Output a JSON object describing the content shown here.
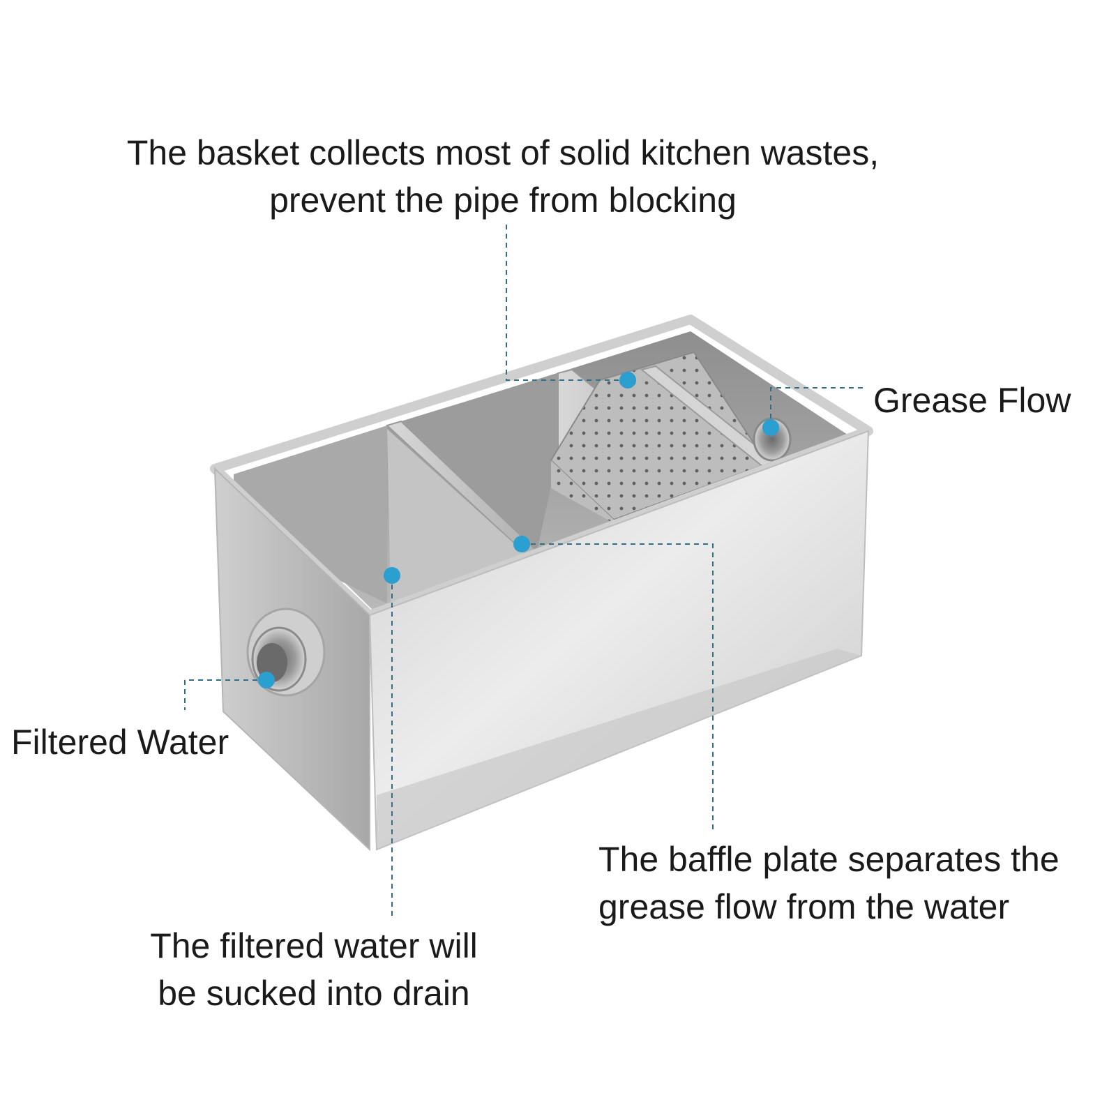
{
  "labels": {
    "basket": {
      "line1": "The basket collects most of solid kitchen wastes,",
      "line2": "prevent the pipe from blocking"
    },
    "grease_flow": "Grease Flow",
    "filtered_water": "Filtered Water",
    "drain": {
      "line1": "The filtered water will",
      "line2": "be sucked into drain"
    },
    "baffle": {
      "line1": "The baffle plate separates the",
      "line2": "grease flow from the water"
    }
  },
  "colors": {
    "accent": "#2a9fd0",
    "leader": "#2e6f8a",
    "text": "#1a1a1a",
    "steel_light": "#e9e9e9",
    "steel_mid": "#c7c7c7",
    "steel_dark": "#8f8f8f"
  },
  "object": "stainless steel grease trap with three chambers and a perforated basket"
}
